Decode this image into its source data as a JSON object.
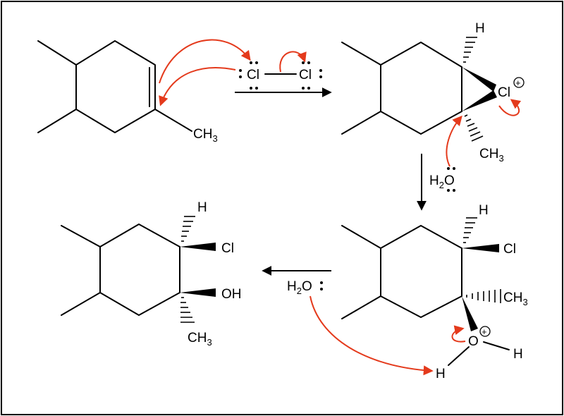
{
  "labels": {
    "ch3": "CH",
    "three": "3",
    "cl": "Cl",
    "h": "H",
    "oh": "OH",
    "h2": "H",
    "two": "2",
    "o": "O",
    "plus": "+"
  },
  "colors": {
    "curved_arrow": "#e43a1c",
    "ink": "#000000",
    "frame": "#000000"
  }
}
